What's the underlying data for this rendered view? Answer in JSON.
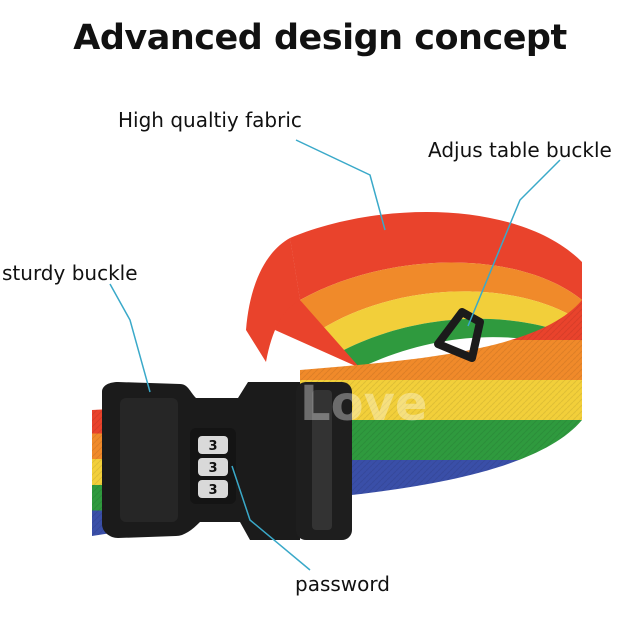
{
  "heading": "Advanced design concept",
  "callouts": {
    "fabric": "High qualtiy fabric",
    "adjustable": "Adjus table buckle",
    "sturdy": "sturdy buckle",
    "password": "password"
  },
  "watermark": "Love",
  "lock_digits": [
    "3",
    "3",
    "3"
  ],
  "colors": {
    "leader_line": "#3aa9c9",
    "strap_red": "#e9432c",
    "strap_orange": "#f08a2a",
    "strap_yellow": "#f2cf3a",
    "strap_green": "#2f9a3e",
    "strap_blue": "#3a4fa8",
    "buckle": "#1b1b1b"
  }
}
